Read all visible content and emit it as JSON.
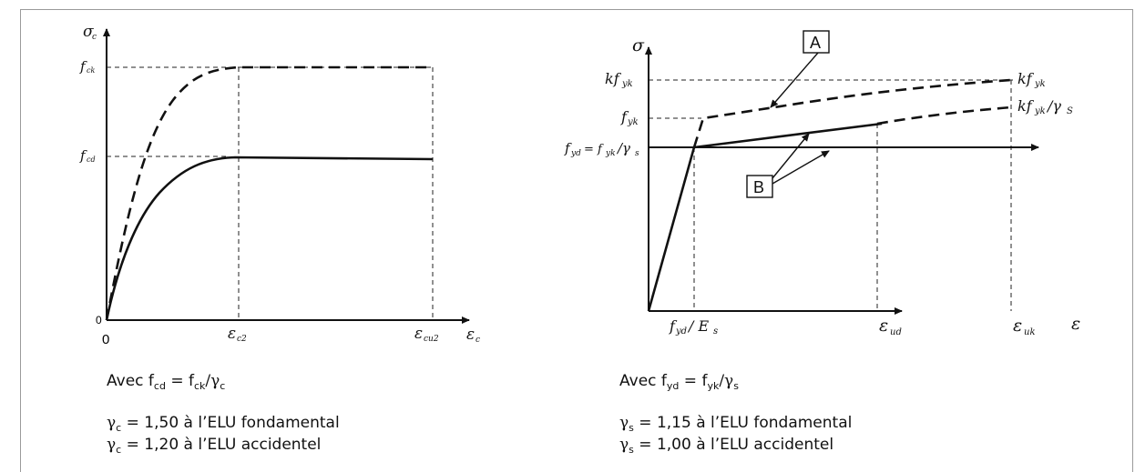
{
  "concrete_diagram": {
    "y_axis_label": "σ",
    "y_axis_sub": "c",
    "x_axis_label": "ε",
    "x_axis_sub": "c",
    "fck_label": "f",
    "fck_sub": "ck",
    "fcd_label": "f",
    "fcd_sub": "cd",
    "origin_y_label": "0",
    "origin_x_label": "0",
    "ec2_label": "ε",
    "ec2_sub": "c2",
    "ecu2_label": "ε",
    "ecu2_sub": "cu2"
  },
  "steel_diagram": {
    "y_axis_label": "σ",
    "x_axis_label": "ε",
    "kfyk_left_label": "kf",
    "kfyk_left_sub": "yk",
    "fyk_label": "f",
    "fyk_sub": "yk",
    "fyd_label": "f",
    "fyd_sub": "yd",
    "fyd_eq": "= f",
    "fyd_eq_sub": "yk",
    "fyd_div": "/γ",
    "fyd_div_sub": "s",
    "kfyk_right_label": "kf",
    "kfyk_right_sub": "yk",
    "kfyk_gs_label": "kf",
    "kfyk_gs_sub": "yk",
    "kfyk_gs_div": "/γ",
    "kfyk_gs_div_sub": "S",
    "box_a": "A",
    "box_b": "B",
    "fyd_es_label": "f",
    "fyd_es_sub": "yd",
    "fyd_es_div": "/ E",
    "fyd_es_div_sub": "s",
    "eud_label": "ε",
    "eud_sub": "ud",
    "euk_label": "ε",
    "euk_sub": "uk"
  },
  "captions": {
    "left": {
      "avec": "Avec f",
      "avec_sub1": "cd",
      "avec_eq": " = f",
      "avec_sub2": "ck",
      "avec_div": "/γ",
      "avec_sub3": "c",
      "line1_g": "γ",
      "line1_sub": "c",
      "line1_text": " = 1,50 à l’ELU fondamental",
      "line2_g": "γ",
      "line2_sub": "c",
      "line2_text": " = 1,20 à l’ELU accidentel"
    },
    "right": {
      "avec": "Avec f",
      "avec_sub1": "yd",
      "avec_eq": " = f",
      "avec_sub2": "yk",
      "avec_div": "/γ",
      "avec_sub3": "s",
      "line1_g": "γ",
      "line1_sub": "s",
      "line1_text": " = 1,15 à l’ELU fondamental",
      "line2_g": "γ",
      "line2_sub": "s",
      "line2_text": " = 1,00 à l’ELU accidentel"
    }
  }
}
